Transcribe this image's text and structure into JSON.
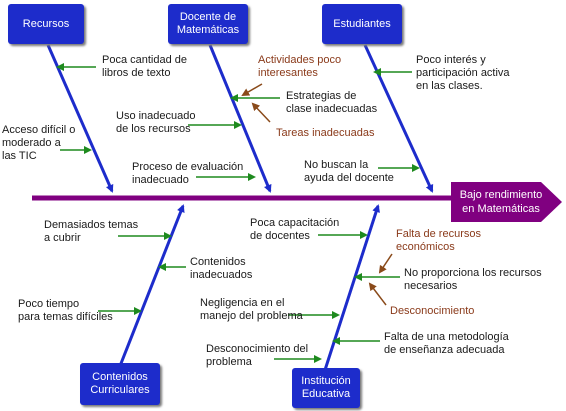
{
  "effect": "Bajo rendimiento\nen Matemáticas",
  "categories": {
    "recursos": "Recursos",
    "docente": "Docente de\nMatemáticas",
    "estudiantes": "Estudiantes",
    "contenidos": "Contenidos\nCurriculares",
    "institucion": "Institución\nEducativa"
  },
  "causes": {
    "recursos": [
      "Poca cantidad de\nlibros de texto",
      "Acceso difícil o\nmoderado a\nlas TIC"
    ],
    "docente": [
      "Actividades poco\ninteresantes",
      "Estrategias de\nclase inadecuadas",
      "Tareas inadecuadas",
      "Uso inadecuado\nde los recursos",
      "Proceso de evaluación\ninadecuado"
    ],
    "estudiantes": [
      "Poco interés y\nparticipación activa\nen las clases.",
      "No buscan la\nayuda del docente"
    ],
    "contenidos": [
      "Demasiados temas\na cubrir",
      "Contenidos\ninadecuados",
      "Poco tiempo\npara temas difíciles"
    ],
    "institucion": [
      "Poca capacitación\nde docentes",
      "Falta de recursos\neconómicos",
      "No proporciona los recursos\nnecesarios",
      "Desconocimiento",
      "Negligencia en el\nmanejo del problema",
      "Falta de una metodología\nde enseñanza adecuada",
      "Desconocimiento del\nproblema"
    ]
  },
  "colors": {
    "spine": "#800080",
    "head": "#800080",
    "bone": "#1d2ccb",
    "cause_arrow": "#1e8a1e",
    "sub_arrow": "#8a4a1a"
  }
}
